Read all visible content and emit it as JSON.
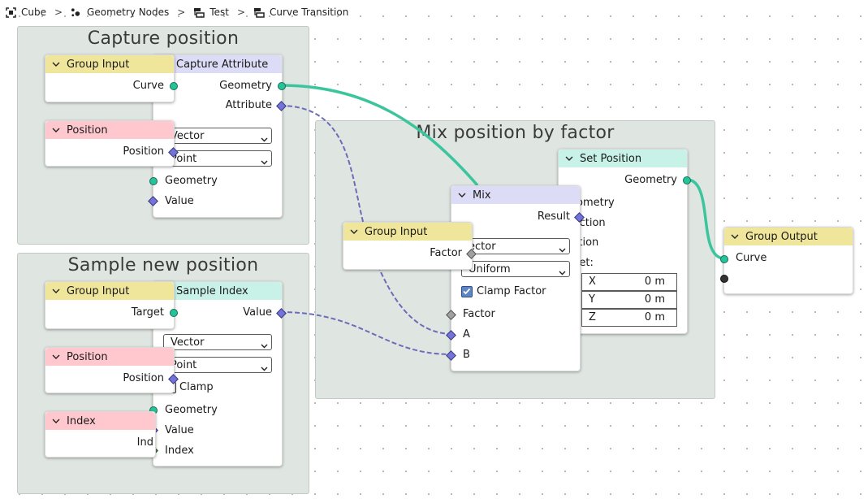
{
  "breadcrumb": {
    "items": [
      {
        "label": "Cube",
        "icon": "object-icon"
      },
      {
        "label": "Geometry Nodes",
        "icon": "geometry-nodes-icon"
      },
      {
        "label": "Test",
        "icon": "node-tree-icon"
      },
      {
        "label": "Curve Transition",
        "icon": "node-tree-icon"
      }
    ],
    "separator": ">"
  },
  "frames": {
    "capture": {
      "title": "Capture position"
    },
    "sample": {
      "title": "Sample new position"
    },
    "mix": {
      "title": "Mix position by factor"
    }
  },
  "nodes": {
    "group_input_1": {
      "title": "Group Input",
      "output": "Curve"
    },
    "capture_attribute": {
      "title": "Capture Attribute",
      "out_geometry": "Geometry",
      "out_attribute": "Attribute",
      "type": "Vector",
      "domain": "Point",
      "in_geometry": "Geometry",
      "in_value": "Value"
    },
    "position_1": {
      "title": "Position",
      "output": "Position"
    },
    "group_input_2": {
      "title": "Group Input",
      "output": "Target"
    },
    "sample_index": {
      "title": "Sample Index",
      "out_value": "Value",
      "type": "Vector",
      "domain": "Point",
      "clamp": "Clamp",
      "in_geometry": "Geometry",
      "in_value": "Value",
      "in_index": "Index"
    },
    "position_2": {
      "title": "Position",
      "output": "Position"
    },
    "index": {
      "title": "Index",
      "output": "Ind"
    },
    "group_input_3": {
      "title": "Group Input",
      "output": "Factor"
    },
    "mix": {
      "title": "Mix",
      "out_result": "Result",
      "type": "ector",
      "mode": "Uniform",
      "clamp_factor": "Clamp Factor",
      "clamp_checked": true,
      "in_factor": "Factor",
      "in_a": "A",
      "in_b": "B"
    },
    "set_position": {
      "title": "Set Position",
      "out_geometry": "Geometry",
      "in_geometry": "eometry",
      "in_selection": "lection",
      "in_position": "sition",
      "offset_label": "fset:",
      "offset": [
        {
          "axis": "X",
          "value": "0 m"
        },
        {
          "axis": "Y",
          "value": "0 m"
        },
        {
          "axis": "Z",
          "value": "0 m"
        }
      ]
    },
    "group_output": {
      "title": "Group Output",
      "input": "Curve"
    }
  },
  "colors": {
    "geometry_socket": "#24c49a",
    "vector_socket": "#7373d9",
    "float_socket": "#a0a0a0",
    "int_socket": "#5d8a5d",
    "group_header": "#efe69c",
    "attribute_header": "#dcdcf6",
    "geometry_header": "#c8f2e8",
    "input_header": "#ffc8cf",
    "frame_bg": "#dfe5e1",
    "geometry_link": "#3cc59c",
    "vector_link": "#6c6cb8"
  }
}
